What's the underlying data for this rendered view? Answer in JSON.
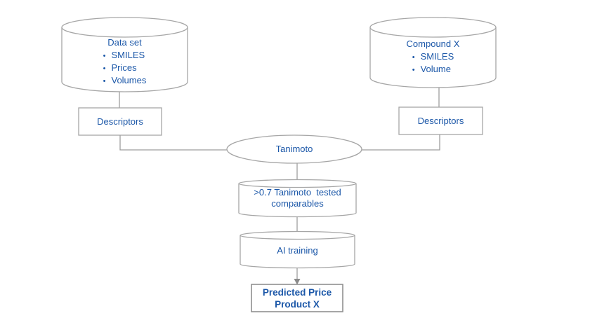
{
  "colors": {
    "background": "#ffffff",
    "text": "#1b57a8",
    "shape_outline": "#a6a6a6",
    "connector": "#9d9d9d",
    "result_outline": "#8f8f8f",
    "arrow": "#8a8a8a"
  },
  "nodes": {
    "dataset": {
      "title": "Data set",
      "bullet_char": "•",
      "bullets": [
        "SMILES",
        "Prices",
        "Volumes"
      ]
    },
    "compound": {
      "title": "Compound X",
      "bullet_char": "•",
      "bullets": [
        "SMILES",
        "Volume"
      ]
    },
    "descriptors_left": {
      "label": "Descriptors"
    },
    "descriptors_right": {
      "label": "Descriptors"
    },
    "tanimoto": {
      "label": "Tanimoto"
    },
    "threshold": {
      "line1": ">0.7 Tanimoto  tested",
      "line2": "comparables"
    },
    "ai_training": {
      "label": "AI training"
    },
    "result": {
      "line1": "Predicted Price",
      "line2": "Product X"
    }
  }
}
